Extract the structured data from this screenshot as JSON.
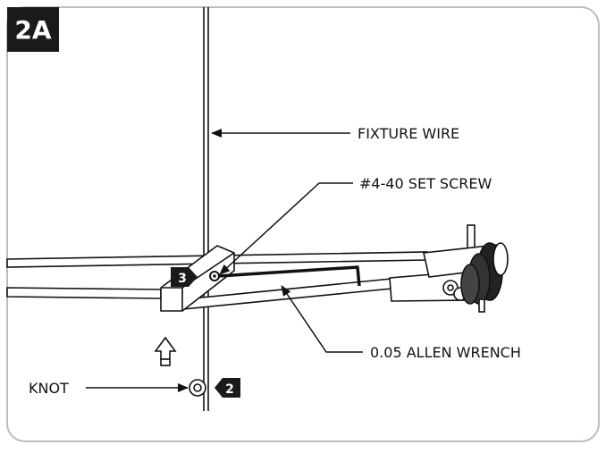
{
  "figure": {
    "badge": "2A",
    "labels": {
      "fixture_wire": "FIXTURE WIRE",
      "set_screw": "#4-40 SET SCREW",
      "allen_wrench": "0.05 ALLEN WRENCH",
      "knot": "KNOT"
    },
    "steps": {
      "step_3": "3",
      "step_2": "2"
    }
  }
}
